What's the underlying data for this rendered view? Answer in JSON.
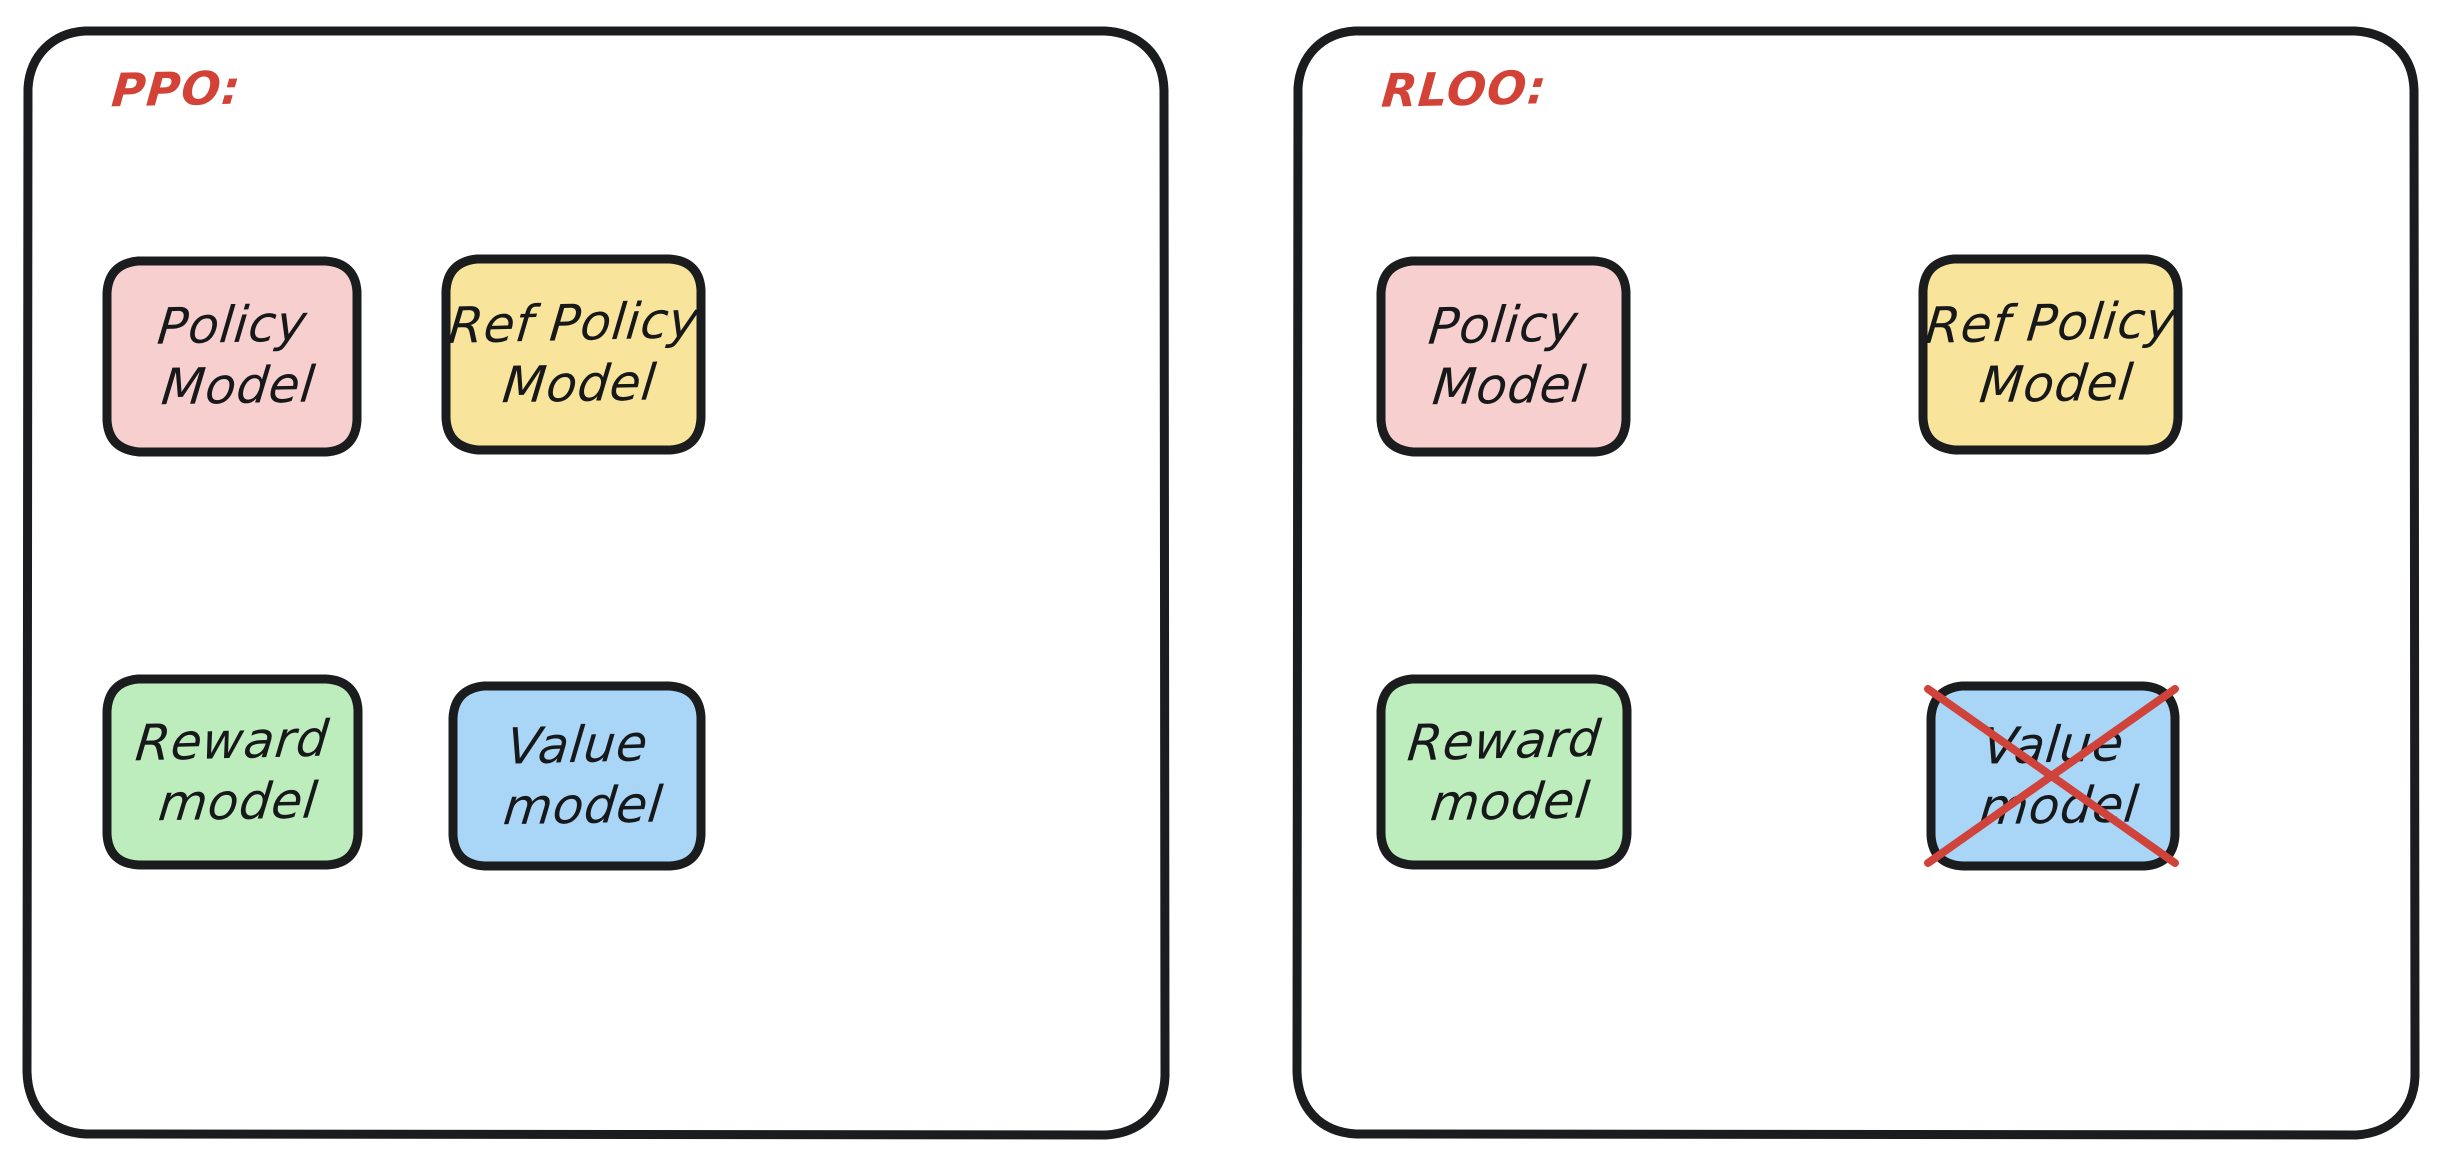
{
  "diagram": {
    "title": "PPO vs RLOO required model components",
    "background": "#ffffff",
    "label_color": "#D34237",
    "outline_color": "#1b1c1e",
    "strike_color": "#D0433A"
  },
  "panels": [
    {
      "id": "ppo",
      "label": "PPO:",
      "boxes": [
        {
          "id": "policy-model",
          "line1": "Policy",
          "line2": "Model",
          "fill": "#F7CFCF",
          "struck": false
        },
        {
          "id": "ref-policy-model",
          "line1": "Ref Policy",
          "line2": "Model",
          "fill": "#F9E49B",
          "struck": false
        },
        {
          "id": "reward-model",
          "line1": "Reward",
          "line2": "model",
          "fill": "#BDEDBD",
          "struck": false
        },
        {
          "id": "value-model",
          "line1": "Value",
          "line2": "model",
          "fill": "#A9D5F7",
          "struck": false
        }
      ]
    },
    {
      "id": "rloo",
      "label": "RLOO:",
      "boxes": [
        {
          "id": "policy-model",
          "line1": "Policy",
          "line2": "Model",
          "fill": "#F7CFCF",
          "struck": false
        },
        {
          "id": "ref-policy-model",
          "line1": "Ref Policy",
          "line2": "Model",
          "fill": "#F9E49B",
          "struck": false
        },
        {
          "id": "reward-model",
          "line1": "Reward",
          "line2": "model",
          "fill": "#BDEDBD",
          "struck": false
        },
        {
          "id": "value-model",
          "line1": "Value",
          "line2": "model",
          "fill": "#A9D5F7",
          "struck": true
        }
      ]
    }
  ]
}
